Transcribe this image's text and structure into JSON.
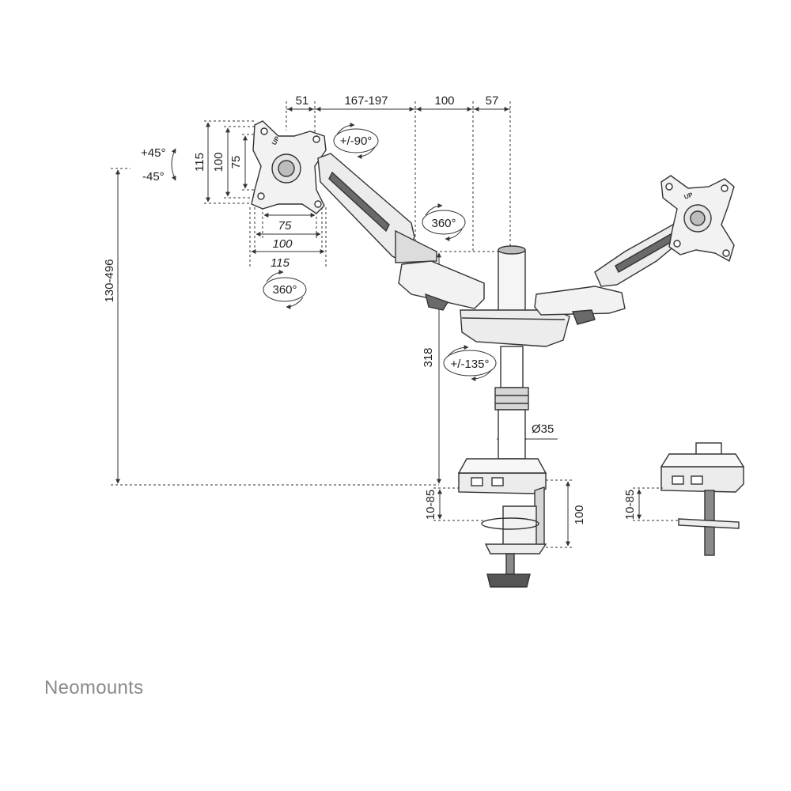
{
  "brand": {
    "name": "Neomounts"
  },
  "dimensions": {
    "top_51": "51",
    "top_167_197": "167-197",
    "top_100": "100",
    "top_57": "57",
    "vesa_115_v": "115",
    "vesa_100_v": "100",
    "vesa_75_v": "75",
    "vesa_75_h": "75",
    "vesa_100_h": "100",
    "vesa_115_h": "115",
    "height_range": "130-496",
    "pole_height": "318",
    "pole_diameter": "Ø35",
    "clamp_range": "10-85",
    "clamp_height": "100",
    "grommet_range": "10-85"
  },
  "rotations": {
    "tilt_up": "+45°",
    "tilt_down": "-45°",
    "swivel_90": "+/-90°",
    "rotate_360_plate": "360°",
    "rotate_360_arm": "360°",
    "swivel_135": "+/-135°"
  },
  "labels": {
    "up_text": "UP"
  },
  "colors": {
    "line": "#333333",
    "fill_light": "#ececec",
    "fill_mid": "#cfcfcf",
    "fill_dark": "#6a6a6a",
    "brand": "#8a8a8a"
  }
}
